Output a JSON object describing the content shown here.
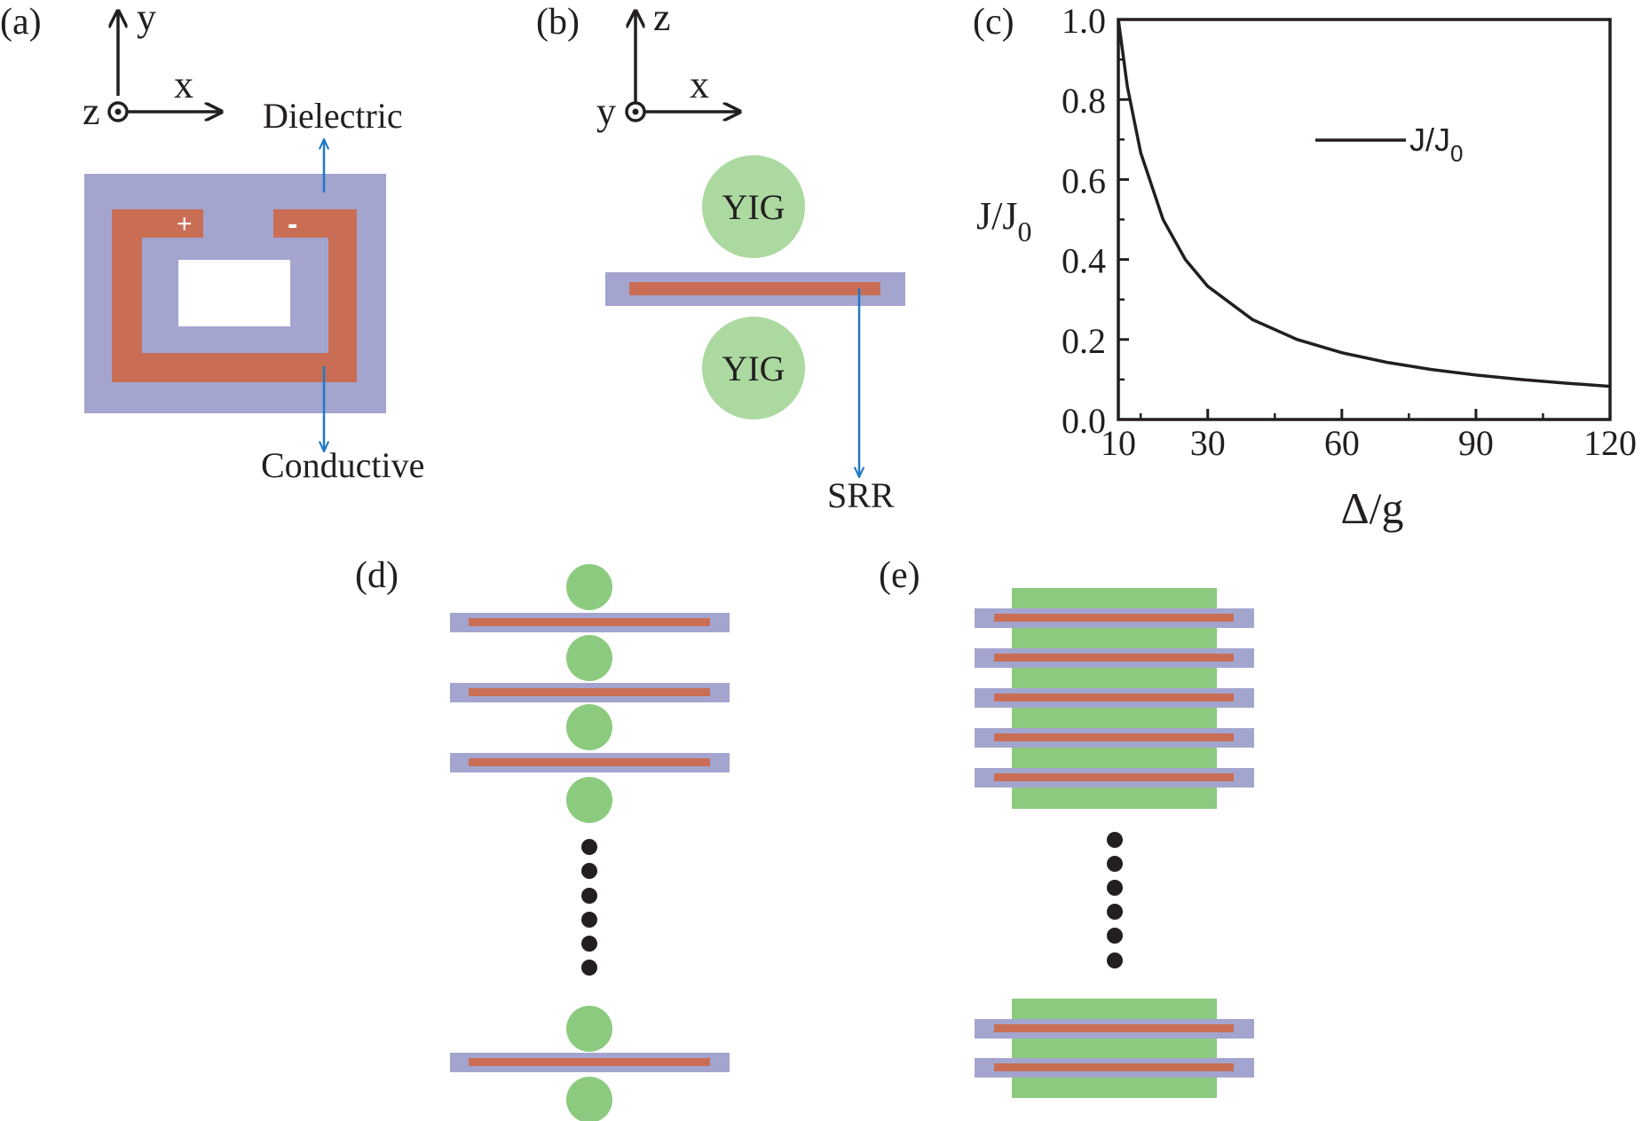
{
  "colors": {
    "dielectric": "#a3a5cf",
    "conductive": "#c96e55",
    "yig": "#abd9a0",
    "yig_dark": "#8ccb7f",
    "arrow_blue": "#1f78c8",
    "ink": "#231f20"
  },
  "panel_a": {
    "tag": "(a)",
    "axis_x": "x",
    "axis_y": "y",
    "axis_z": "z",
    "plus": "+",
    "minus": "-",
    "dielectric_label": "Dielectric",
    "conductive_label": "Conductive"
  },
  "panel_b": {
    "tag": "(b)",
    "axis_x": "x",
    "axis_z": "z",
    "axis_y": "y",
    "yig_top": "YIG",
    "yig_bottom": "YIG",
    "srr_label": "SRR"
  },
  "panel_c": {
    "tag": "(c)",
    "ylabel_main": "J/J",
    "ylabel_sub": "0",
    "xlabel": "Δ/g",
    "legend_main": "J/J",
    "legend_sub": "0",
    "y_ticks": [
      "0.0",
      "0.2",
      "0.4",
      "0.6",
      "0.8",
      "1.0"
    ],
    "x_ticks": [
      "10",
      "30",
      "60",
      "90",
      "120"
    ]
  },
  "panel_d": {
    "tag": "(d)"
  },
  "panel_e": {
    "tag": "(e)"
  },
  "chart_data": {
    "type": "line",
    "xlabel": "Δ/g",
    "ylabel": "J/J0",
    "xlim": [
      10,
      120
    ],
    "ylim": [
      0,
      1
    ],
    "x_ticks": [
      10,
      30,
      60,
      90,
      120
    ],
    "y_ticks": [
      0.0,
      0.2,
      0.4,
      0.6,
      0.8,
      1.0
    ],
    "legend": "top-right",
    "series": [
      {
        "name": "J/J0",
        "x": [
          10,
          12,
          15,
          20,
          25,
          30,
          40,
          50,
          60,
          70,
          80,
          90,
          100,
          110,
          120
        ],
        "y": [
          1.0,
          0.833,
          0.667,
          0.5,
          0.4,
          0.333,
          0.25,
          0.2,
          0.167,
          0.143,
          0.125,
          0.111,
          0.1,
          0.091,
          0.083
        ]
      }
    ]
  }
}
